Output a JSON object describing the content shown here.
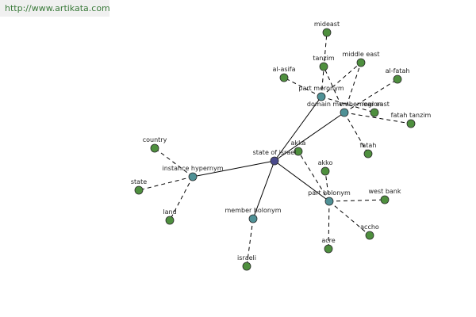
{
  "banner": {
    "url_text": "http://www.artikata.com"
  },
  "colors": {
    "root": "#4a4a8c",
    "relation": "#4f9196",
    "leaf": "#4e8f3e",
    "stroke": "#2a2a2a"
  },
  "graph": {
    "nodes": [
      {
        "id": "root",
        "label": "state of israel",
        "kind": "root",
        "name": "node-state-of-israel"
      },
      {
        "id": "instance_hypernym",
        "label": "instance hypernym",
        "kind": "relation",
        "name": "node-instance-hypernym"
      },
      {
        "id": "member_holonym",
        "label": "member holonym",
        "kind": "relation",
        "name": "node-member-holonym"
      },
      {
        "id": "part_holonym",
        "label": "part holonym",
        "kind": "relation",
        "name": "node-part-holonym"
      },
      {
        "id": "part_meronym",
        "label": "part meronym",
        "kind": "relation",
        "name": "node-part-meronym"
      },
      {
        "id": "domain_member_region",
        "label": "domain member region",
        "kind": "relation",
        "name": "node-domain-member-region"
      },
      {
        "id": "country",
        "label": "country",
        "kind": "leaf",
        "name": "node-country"
      },
      {
        "id": "state",
        "label": "state",
        "kind": "leaf",
        "name": "node-state"
      },
      {
        "id": "land",
        "label": "land",
        "kind": "leaf",
        "name": "node-land"
      },
      {
        "id": "israeli",
        "label": "israeli",
        "kind": "leaf",
        "name": "node-israeli"
      },
      {
        "id": "akko1",
        "label": "akko",
        "kind": "leaf",
        "name": "node-akko"
      },
      {
        "id": "akka",
        "label": "akka",
        "kind": "leaf",
        "name": "node-akka"
      },
      {
        "id": "west_bank",
        "label": "west bank",
        "kind": "leaf",
        "name": "node-west-bank"
      },
      {
        "id": "accho",
        "label": "accho",
        "kind": "leaf",
        "name": "node-accho"
      },
      {
        "id": "acre",
        "label": "acre",
        "kind": "leaf",
        "name": "node-acre"
      },
      {
        "id": "mideast",
        "label": "mideast",
        "kind": "leaf",
        "name": "node-mideast"
      },
      {
        "id": "tanzim",
        "label": "tanzim",
        "kind": "leaf",
        "name": "node-tanzim"
      },
      {
        "id": "middle_east",
        "label": "middle east",
        "kind": "leaf",
        "name": "node-middle-east"
      },
      {
        "id": "al_asifa",
        "label": "al-asifa",
        "kind": "leaf",
        "name": "node-al-asifa"
      },
      {
        "id": "al_fatah",
        "label": "al-fatah",
        "kind": "leaf",
        "name": "node-al-fatah"
      },
      {
        "id": "near_east",
        "label": "near east",
        "kind": "leaf",
        "name": "node-near-east"
      },
      {
        "id": "fatah_tanzim",
        "label": "fatah tanzim",
        "kind": "leaf",
        "name": "node-fatah-tanzim"
      },
      {
        "id": "fatah",
        "label": "fatah",
        "kind": "leaf",
        "name": "node-fatah"
      }
    ],
    "edges": [
      {
        "from": "root",
        "to": "instance_hypernym",
        "style": "solid"
      },
      {
        "from": "root",
        "to": "member_holonym",
        "style": "solid"
      },
      {
        "from": "root",
        "to": "part_holonym",
        "style": "solid"
      },
      {
        "from": "root",
        "to": "part_meronym",
        "style": "solid"
      },
      {
        "from": "root",
        "to": "domain_member_region",
        "style": "solid"
      },
      {
        "from": "instance_hypernym",
        "to": "country",
        "style": "dashed"
      },
      {
        "from": "instance_hypernym",
        "to": "state",
        "style": "dashed"
      },
      {
        "from": "instance_hypernym",
        "to": "land",
        "style": "dashed"
      },
      {
        "from": "member_holonym",
        "to": "israeli",
        "style": "dashed"
      },
      {
        "from": "part_holonym",
        "to": "akko1",
        "style": "dashed"
      },
      {
        "from": "part_holonym",
        "to": "akka",
        "style": "dashed"
      },
      {
        "from": "part_holonym",
        "to": "west_bank",
        "style": "dashed"
      },
      {
        "from": "part_holonym",
        "to": "accho",
        "style": "dashed"
      },
      {
        "from": "part_holonym",
        "to": "acre",
        "style": "dashed"
      },
      {
        "from": "part_meronym",
        "to": "mideast",
        "style": "dashed"
      },
      {
        "from": "part_meronym",
        "to": "near_east",
        "style": "dashed"
      },
      {
        "from": "part_meronym",
        "to": "middle_east",
        "style": "dashed"
      },
      {
        "from": "part_meronym",
        "to": "al_asifa",
        "style": "dashed"
      },
      {
        "from": "domain_member_region",
        "to": "tanzim",
        "style": "dashed"
      },
      {
        "from": "domain_member_region",
        "to": "al_fatah",
        "style": "dashed"
      },
      {
        "from": "domain_member_region",
        "to": "fatah_tanzim",
        "style": "dashed"
      },
      {
        "from": "domain_member_region",
        "to": "fatah",
        "style": "dashed"
      },
      {
        "from": "domain_member_region",
        "to": "middle_east",
        "style": "dashed"
      }
    ]
  }
}
